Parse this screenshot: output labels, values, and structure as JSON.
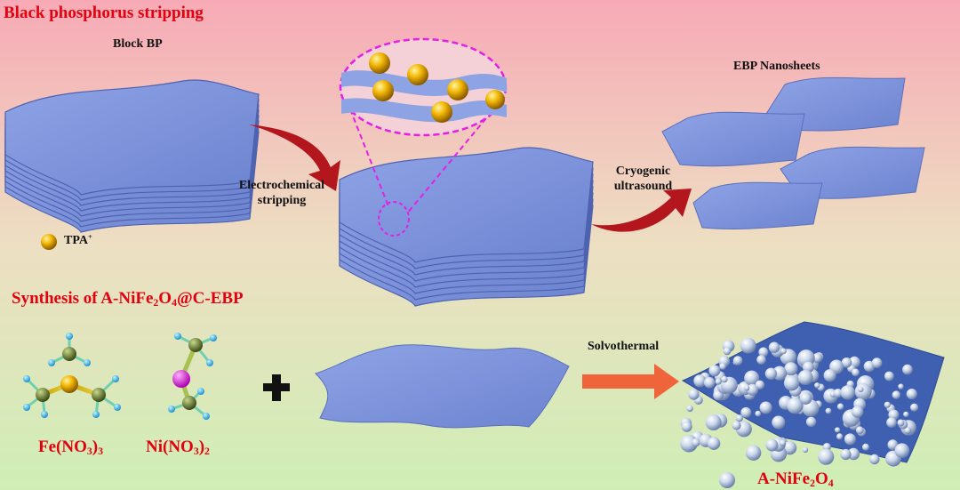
{
  "section1": {
    "title": "Black phosphorus stripping",
    "block_bp": "Block BP",
    "electrochem_line1": "Electrochemical",
    "electrochem_line2": "stripping",
    "tpa_base": "TPA",
    "tpa_sup": "+",
    "cryo_line1": "Cryogenic",
    "cryo_line2": "ultrasound",
    "ebp": "EBP Nanosheets"
  },
  "section2": {
    "title_pre": "Synthesis of A-NiFe",
    "title_sub1": "2",
    "title_mid": "O",
    "title_sub2": "4",
    "title_post": "@C-EBP",
    "solvothermal": "Solvothermal",
    "fe_pre": "Fe(NO",
    "fe_sub": "3",
    "fe_mid": ")",
    "fe_sub2": "3",
    "ni_pre": "Ni(NO",
    "ni_sub": "3",
    "ni_mid": ")",
    "ni_sub2": "2",
    "product_pre": "A-NiFe",
    "product_sub1": "2",
    "product_mid": "O",
    "product_sub2": "4"
  },
  "colors": {
    "title_red": "#e3000f",
    "sheet_blue": "#7d93dc",
    "arrow_red": "#b3161c",
    "arrow_orange": "#f0643c",
    "gold_sphere": "#f2b705",
    "magenta_dash": "#e61ee6"
  }
}
